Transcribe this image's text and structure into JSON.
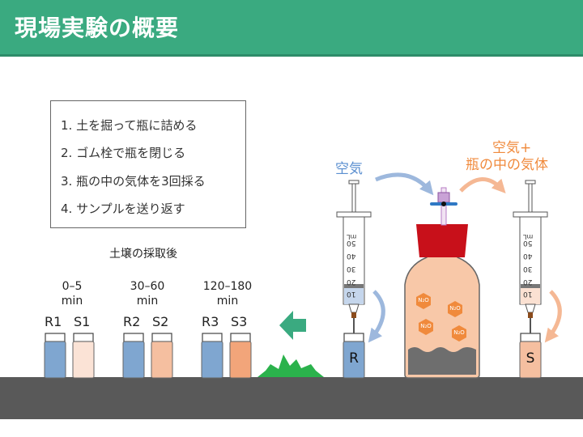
{
  "header": {
    "title": "現場実験の概要"
  },
  "steps": [
    "1.  土を掘って瓶に詰める",
    "2.  ゴム栓で瓶を閉じる",
    "3.  瓶の中の気体を3回採る",
    "4.  サンプルを送り返す"
  ],
  "sampling": {
    "title": "土壌の採取後",
    "groups": [
      {
        "time": "0–5",
        "unit": "min",
        "vials": [
          "R1",
          "S1"
        ]
      },
      {
        "time": "30–60",
        "unit": "min",
        "vials": [
          "R2",
          "S2"
        ]
      },
      {
        "time": "120–180",
        "unit": "min",
        "vials": [
          "R3",
          "S3"
        ]
      }
    ]
  },
  "labels": {
    "air": "空気",
    "bottle_gas_line1": "空気+",
    "bottle_gas_line2": "瓶の中の気体",
    "vial_r": "R",
    "vial_s": "S",
    "n2o": "N₂O"
  },
  "syringe_scale": [
    "50",
    "40",
    "30",
    "20",
    "10"
  ],
  "syringe_unit": "mL",
  "colors": {
    "header": "#3aaa80",
    "blue": "#7fa6d0",
    "peach_light": "#fbe3d6",
    "peach": "#f5bfa0",
    "peach_dark": "#f2a57a",
    "orange": "#f08a3c",
    "red_stopper": "#c8101a",
    "green_arrow": "#3aaa80",
    "ground": "#595959"
  }
}
